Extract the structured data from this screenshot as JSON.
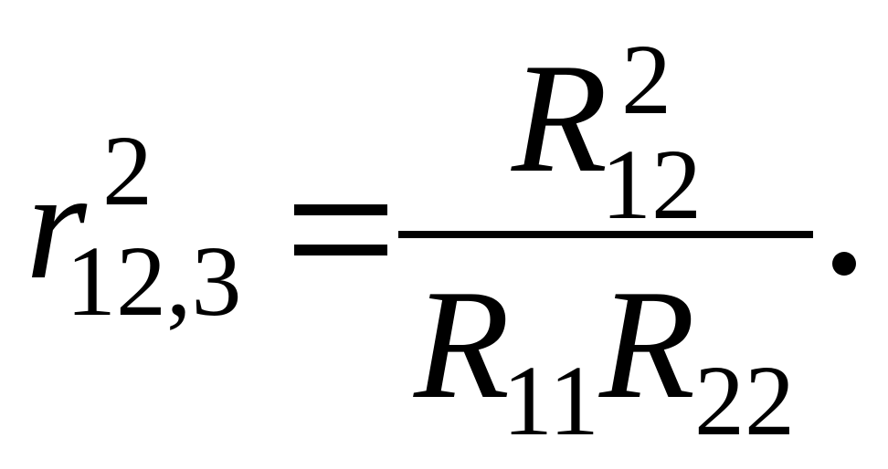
{
  "formula": {
    "lhs": {
      "variable": "r",
      "superscript": "2",
      "subscript": "12,3"
    },
    "relation": "=",
    "numerator": {
      "variable": "R",
      "superscript": "2",
      "subscript": "12"
    },
    "denominator": [
      {
        "variable": "R",
        "subscript": "11"
      },
      {
        "variable": "R",
        "subscript": "22"
      }
    ],
    "terminator": "."
  }
}
